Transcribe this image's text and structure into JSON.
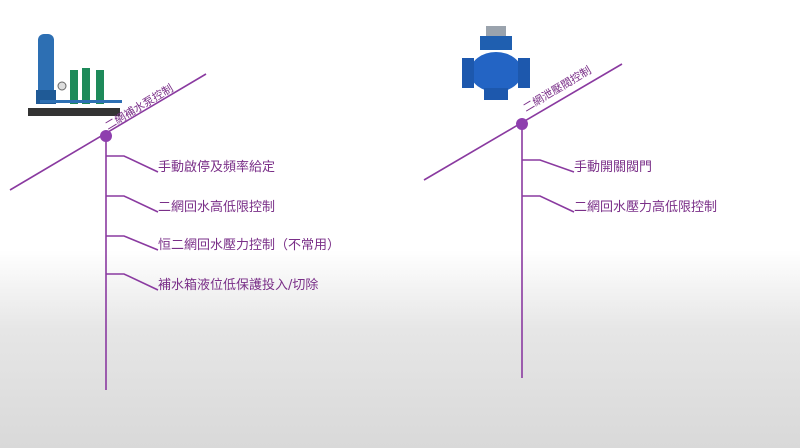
{
  "left_section": {
    "diagonal_label": "二網補水泵控制",
    "items": [
      "手動啟停及頻率給定",
      "二網回水高低限控制",
      "恒二網回水壓力控制（不常用）",
      "補水箱液位低保護投入/切除"
    ]
  },
  "right_section": {
    "diagonal_label": "二網泄壓閥控制",
    "items": [
      "手動開關閥門",
      "二網回水壓力高低限控制"
    ]
  },
  "colors": {
    "accent": "#8a3aa0",
    "node": "#8e3fae"
  }
}
